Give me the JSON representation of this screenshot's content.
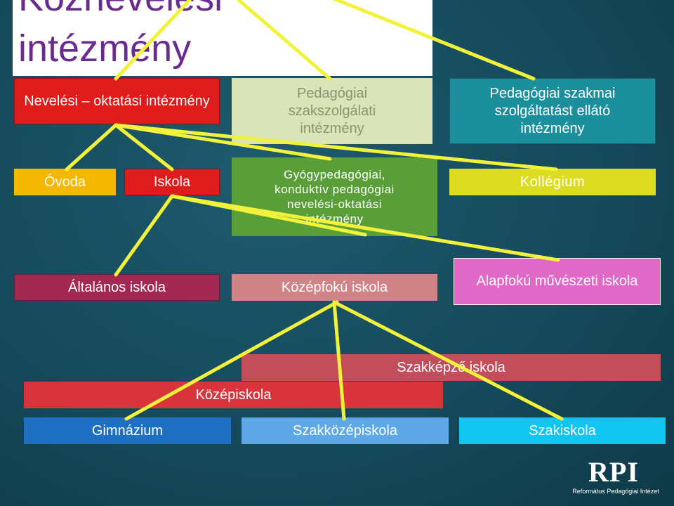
{
  "title": {
    "line1": "Köznevelési",
    "line2": "intézmény"
  },
  "boxes": {
    "nevelesi": "Nevelési – oktatási intézmény",
    "pedszolg": "Pedagógiai szakszolgálati intézmény",
    "pedszakmai": "Pedagógiai szakmai szolgáltatást ellátó intézmény",
    "ovoda": "Óvoda",
    "iskola": "Iskola",
    "gyogyped": "Gyógypedagógiai, konduktív pedagógiai nevelési-oktatási intézmény",
    "kollegium": "Kollégium",
    "altalanos": "Általános iskola",
    "kozepfoku": "Középfokú iskola",
    "alapfoku": "Alapfokú művészeti iskola",
    "szakkepzo": "Szakképző iskola",
    "kozepiskola": "Középiskola",
    "gimnazium": "Gimnázium",
    "szakkozep": "Szakközépiskola",
    "szakiskola": "Szakiskola"
  },
  "logo": {
    "mark": "RPI",
    "text": "Református Pedagógiai Intézet"
  },
  "colors": {
    "connector": "#f2f23a",
    "nevelesi": "#e01b1b",
    "pedszolg": "#d9e4b8",
    "pedszakmai": "#1b8f9c",
    "ovoda": "#f5b800",
    "iskola": "#e01b1b",
    "gyogyped": "#5a9e3a",
    "kollegium": "#dcdc22",
    "altalanos": "#a22a52",
    "kozepfoku": "#cf8487",
    "alapfoku": "#e069c8",
    "szakkepzo": "#c14e5a",
    "kozepiskola": "#d8343c",
    "gimnazium": "#1f6fc3",
    "szakkozep": "#5fa8e8",
    "szakiskola": "#12c4f0"
  }
}
